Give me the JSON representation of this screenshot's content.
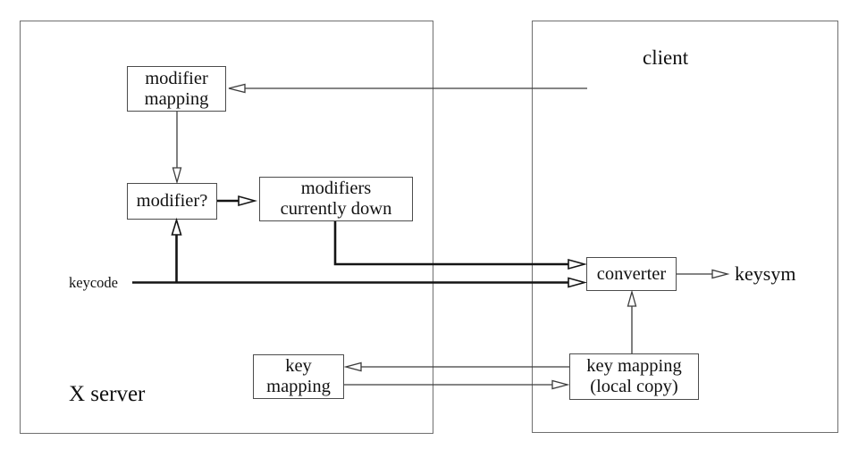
{
  "diagram": {
    "containers": [
      {
        "id": "x-server",
        "label": "X server"
      },
      {
        "id": "client",
        "label": "client"
      }
    ],
    "nodes": [
      {
        "id": "modifier-mapping",
        "label": "modifier\nmapping"
      },
      {
        "id": "modifier-question",
        "label": "modifier?"
      },
      {
        "id": "modifiers-currently-down",
        "label": "modifiers\ncurrently down"
      },
      {
        "id": "converter",
        "label": "converter"
      },
      {
        "id": "key-mapping",
        "label": "key\nmapping"
      },
      {
        "id": "key-mapping-local-copy",
        "label": "key mapping\n(local copy)"
      }
    ],
    "io_labels": [
      {
        "id": "keycode",
        "text": "keycode"
      },
      {
        "id": "keysym",
        "text": "keysym"
      }
    ],
    "edges": [
      {
        "from": "client",
        "to": "modifier mapping",
        "style": "thin"
      },
      {
        "from": "modifier mapping",
        "to": "modifier?",
        "style": "thin"
      },
      {
        "from": "modifier?",
        "to": "modifiers currently down",
        "style": "thick"
      },
      {
        "from": "modifiers currently down",
        "to": "converter",
        "style": "thick"
      },
      {
        "from": "keycode",
        "to": "converter",
        "style": "thick"
      },
      {
        "from": "keycode",
        "to": "modifier?",
        "style": "thick"
      },
      {
        "from": "converter",
        "to": "keysym",
        "style": "thin"
      },
      {
        "from": "key mapping (local copy)",
        "to": "converter",
        "style": "thin"
      },
      {
        "from": "key mapping (local copy)",
        "to": "key mapping",
        "style": "thin"
      },
      {
        "from": "key mapping",
        "to": "key mapping (local copy)",
        "style": "thin"
      }
    ],
    "colors": {
      "background": "#ffffff",
      "container_border": "#6f6f6f",
      "node_border": "#4c4c4c",
      "text": "#111111",
      "thin_line": "#3c3c3c",
      "thick_line": "#141414"
    }
  }
}
